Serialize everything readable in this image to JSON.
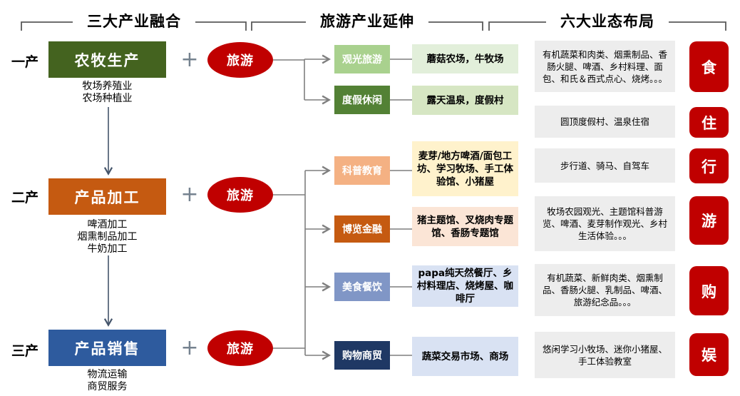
{
  "headers": {
    "industries": "三大产业融合",
    "extension": "旅游产业延伸",
    "formats": "六大业态布局"
  },
  "industries": [
    {
      "tier": "一产",
      "name": "农牧生产",
      "sub": "牧场养殖业\n农场种植业",
      "plus": "+",
      "tourism": "旅游"
    },
    {
      "tier": "二产",
      "name": "产品加工",
      "sub": "啤酒加工\n烟熏制品加工\n牛奶加工",
      "plus": "+",
      "tourism": "旅游"
    },
    {
      "tier": "三产",
      "name": "产品销售",
      "sub": "物流运输\n商贸服务",
      "plus": "+",
      "tourism": "旅游"
    }
  ],
  "extensions": [
    {
      "category": "观光旅游",
      "examples": "蘑菇农场，牛牧场"
    },
    {
      "category": "度假休闲",
      "examples": "露天温泉，度假村"
    },
    {
      "category": "科普教育",
      "examples": "麦芽/地方啤酒/面包工坊、学习牧场、手工体验馆、小猪屋"
    },
    {
      "category": "博览金融",
      "examples": "猪主题馆、叉烧肉专题馆、香肠专题馆"
    },
    {
      "category": "美食餐饮",
      "examples": "papa纯天然餐厅、乡村料理店、烧烤屋、咖啡厅"
    },
    {
      "category": "购物商贸",
      "examples": "蔬菜交易市场、商场"
    }
  ],
  "formats": [
    {
      "badge": "食",
      "desc": "有机蔬菜和肉类、烟熏制品、香肠火腿、啤酒、乡村料理、面包、和氏＆西式点心、烧烤。。。"
    },
    {
      "badge": "住",
      "desc": "圆顶度假村、温泉住宿"
    },
    {
      "badge": "行",
      "desc": "步行道、骑马、自驾车"
    },
    {
      "badge": "游",
      "desc": "牧场农园观光、主题馆科普游览、啤酒、麦芽制作观光、乡村生活体验。。。"
    },
    {
      "badge": "购",
      "desc": "有机蔬菜、新鲜肉类、烟熏制品、香肠火腿、乳制品、啤酒、旅游纪念品。。。"
    },
    {
      "badge": "娱",
      "desc": "悠闲学习小牧场、迷你小猪屋、手工体验教室"
    }
  ],
  "colors": {
    "red_accent": "#C00000",
    "industry_green": "#44631F",
    "industry_orange": "#C55A11",
    "industry_blue": "#2E5B9E",
    "category_fills": [
      "#A9D18E",
      "#538135",
      "#F4B183",
      "#C55A11",
      "#8096C6",
      "#1F3864"
    ],
    "example_fills": [
      "#E2EFDA",
      "#D6E6C3",
      "#FFF2CC",
      "#FBE5D6",
      "#D9E2F3",
      "#D9E2F3"
    ],
    "panel_gray": "#EDEDED",
    "connector_gray": "#7F7F7F",
    "flow_arrow_blue": "#44546A"
  }
}
